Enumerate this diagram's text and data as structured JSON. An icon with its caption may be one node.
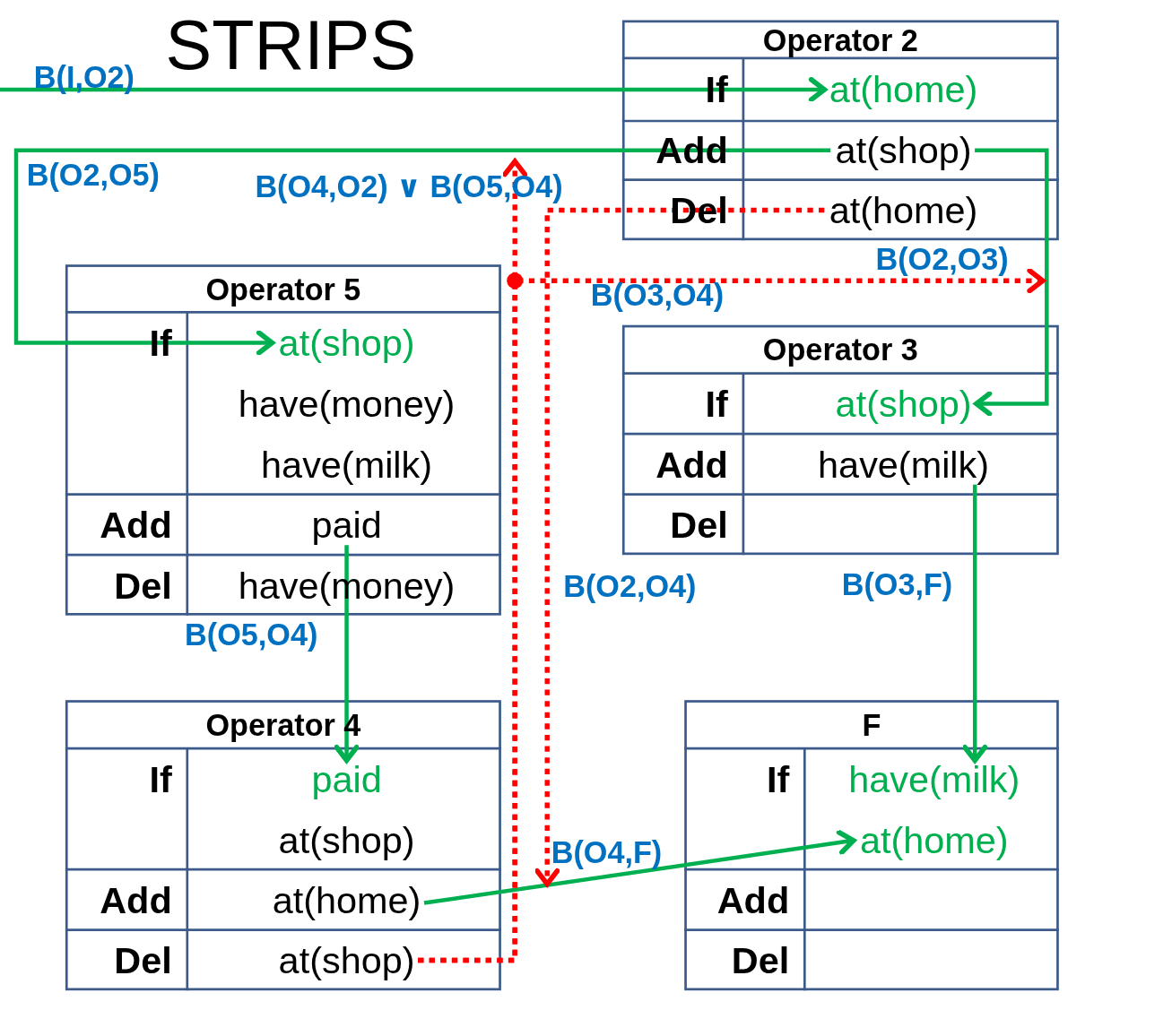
{
  "diagram": {
    "title": "STRIPS",
    "nodes": [
      {
        "text": [
          "Operator 2"
        ]
      },
      {
        "text": [
          "If"
        ],
        "in": 0
      },
      {
        "text": [
          "at(home)"
        ],
        "in": 0
      },
      {
        "text": [
          "Add"
        ],
        "in": 0
      },
      {
        "text": [
          "at(shop)"
        ],
        "in": 0
      },
      {
        "text": [
          "Del"
        ],
        "in": 0
      },
      {
        "text": [
          "at(home)"
        ],
        "in": 0
      },
      {
        "text": [
          "Operator 5"
        ]
      },
      {
        "text": [
          "If"
        ],
        "in": 7
      },
      {
        "text": [
          "at(shop)"
        ],
        "in": 7
      },
      {
        "text": [
          "have(money)"
        ],
        "in": 7
      },
      {
        "text": [
          "have(milk)"
        ],
        "in": 7
      },
      {
        "text": [
          "Add"
        ],
        "in": 7
      },
      {
        "text": [
          "paid"
        ],
        "in": 7
      },
      {
        "text": [
          "Del"
        ],
        "in": 7
      },
      {
        "text": [
          "have(money)"
        ],
        "in": 7
      },
      {
        "text": [
          "Operator 3"
        ]
      },
      {
        "text": [
          "If"
        ],
        "in": 16
      },
      {
        "text": [
          "at(shop)"
        ],
        "in": 16
      },
      {
        "text": [
          "Add"
        ],
        "in": 16
      },
      {
        "text": [
          "have(milk)"
        ],
        "in": 16
      },
      {
        "text": [
          "Del"
        ],
        "in": 16
      },
      {
        "text": [
          "Operator 4"
        ]
      },
      {
        "text": [
          "If"
        ],
        "in": 22
      },
      {
        "text": [
          "paid"
        ],
        "in": 22
      },
      {
        "text": [
          "at(shop)"
        ],
        "in": 22
      },
      {
        "text": [
          "Add"
        ],
        "in": 22
      },
      {
        "text": [
          "at(home)"
        ],
        "in": 22
      },
      {
        "text": [
          "Del"
        ],
        "in": 22
      },
      {
        "text": [
          "at(shop)"
        ],
        "in": 22
      },
      {
        "text": [
          "F"
        ]
      },
      {
        "text": [
          "If"
        ],
        "in": 30
      },
      {
        "text": [
          "have(milk)"
        ],
        "in": 30
      },
      {
        "text": [
          "at(home)"
        ],
        "in": 30
      },
      {
        "text": [
          "Add"
        ],
        "in": 30
      },
      {
        "text": [
          "Del"
        ],
        "in": 30
      }
    ],
    "edges": [
      {
        "from": null,
        "to": 2,
        "arrow": "to",
        "label": "B(I,O2)"
      },
      {
        "from": 4,
        "to": 9,
        "arrow": "to",
        "label": "B(O2,O5)"
      },
      {
        "from": 4,
        "to": 18,
        "arrow": "to",
        "label": "B(O2,O3)"
      },
      {
        "from": 13,
        "to": 24,
        "arrow": "to",
        "label": "B(O5,O4)"
      },
      {
        "from": 20,
        "to": 32,
        "arrow": "to",
        "label": "B(O3,F)"
      },
      {
        "from": 27,
        "to": 33,
        "arrow": "to",
        "label": "B(O4,F)"
      },
      {
        "from": 29,
        "to": null,
        "arrow": "to",
        "label": "B(O4,O2) ∨ B(O5,O4)",
        "style": "dashed",
        "color": "#ff0000"
      },
      {
        "from": 29,
        "to": null,
        "arrow": "to",
        "label": "B(O3,O4)",
        "style": "dashed",
        "color": "#ff0000"
      },
      {
        "from": 6,
        "to": null,
        "arrow": "to",
        "label": "B(O2,O4)",
        "style": "dashed",
        "color": "#ff0000"
      }
    ]
  }
}
